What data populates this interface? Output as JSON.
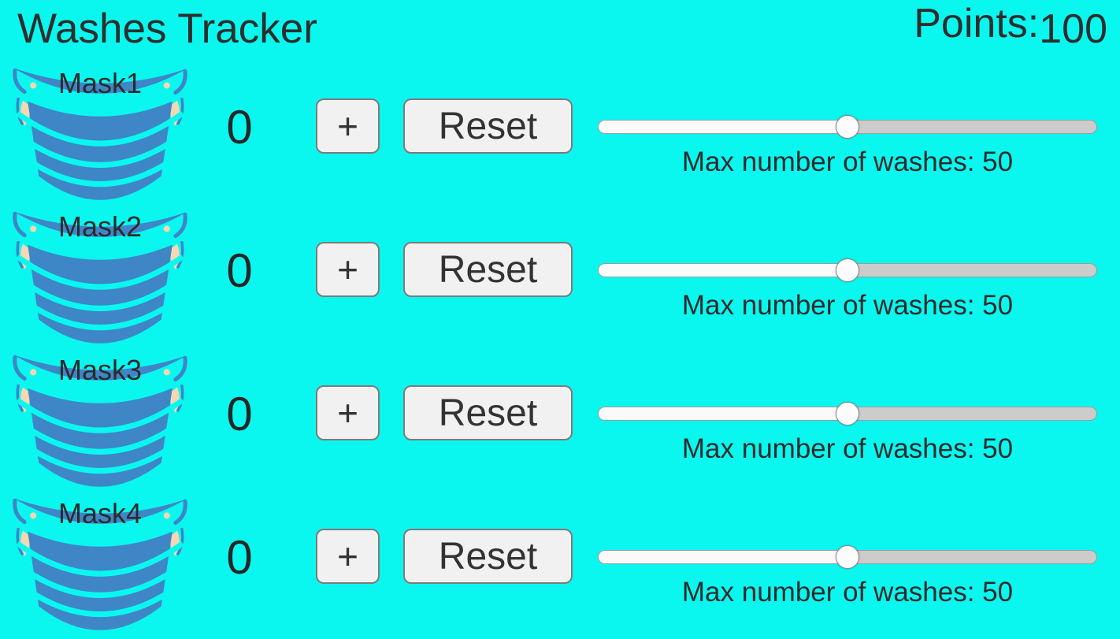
{
  "app": {
    "title": "Washes Tracker",
    "points_label": "Points:",
    "points_value": "100"
  },
  "colors": {
    "background": "#0af7f0",
    "mask_blue": "#3e86c6",
    "ear_skin": "#f6d7b2",
    "text": "#2e2e2e",
    "button_bg": "#f1f1f1",
    "button_border": "#7b7b7b",
    "slider_track_left": "#fafafa",
    "slider_track_right": "#cccccc"
  },
  "rows": [
    {
      "icon": "face-mask-icon",
      "mask_label": "Mask1",
      "count": "0",
      "plus_label": "+",
      "reset_label": "Reset",
      "slider_percent": 50,
      "max_washes_value": 50,
      "max_washes_label": "Max number of washes: 50"
    },
    {
      "icon": "face-mask-icon",
      "mask_label": "Mask2",
      "count": "0",
      "plus_label": "+",
      "reset_label": "Reset",
      "slider_percent": 50,
      "max_washes_value": 50,
      "max_washes_label": "Max number of washes: 50"
    },
    {
      "icon": "face-mask-icon",
      "mask_label": "Mask3",
      "count": "0",
      "plus_label": "+",
      "reset_label": "Reset",
      "slider_percent": 50,
      "max_washes_value": 50,
      "max_washes_label": "Max number of washes: 50"
    },
    {
      "icon": "face-mask-icon",
      "mask_label": "Mask4",
      "count": "0",
      "plus_label": "+",
      "reset_label": "Reset",
      "slider_percent": 50,
      "max_washes_value": 50,
      "max_washes_label": "Max number of washes: 50"
    }
  ]
}
